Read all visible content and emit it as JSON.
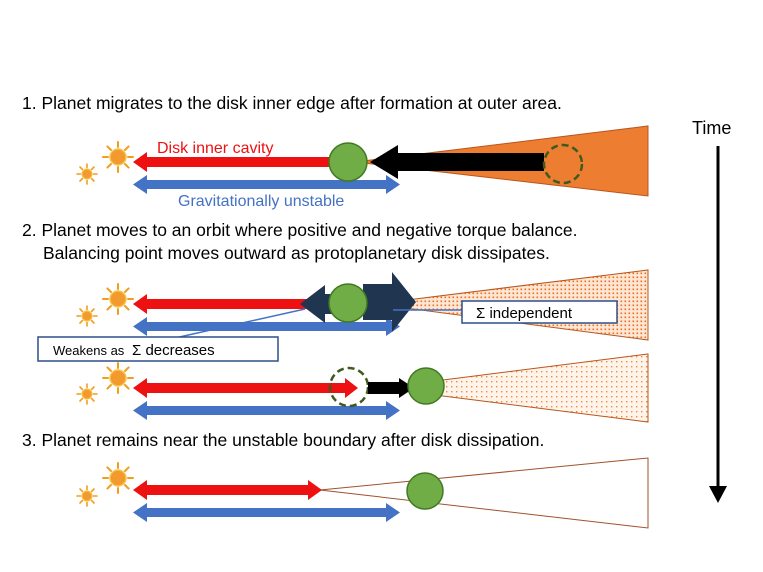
{
  "time_label": "Time",
  "steps": {
    "step1": "1. Planet migrates to the disk inner edge after formation at outer area.",
    "step2_line1": "2. Planet moves to an orbit where positive and negative torque balance.",
    "step2_line2": "Balancing point moves outward as protoplanetary disk dissipates.",
    "step3": "3. Planet remains near the unstable boundary after disk dissipation."
  },
  "labels": {
    "inner_cavity": "Disk inner cavity",
    "grav_unstable": "Gravitationally unstable",
    "sigma_independent": "Σ independent",
    "weakens_prefix": "Weakens as",
    "weakens_suffix": "Σ decreases"
  },
  "colors": {
    "cavity_arrow": "#ee1111",
    "unstable_arrow": "#4472c4",
    "planet": "#70ad47",
    "disk_dense": "#ed7d31",
    "star": "#f4a020",
    "torque_arrow": "#1f3550"
  },
  "icons": [
    "sun-icon",
    "planet-icon",
    "time-arrow-icon"
  ]
}
